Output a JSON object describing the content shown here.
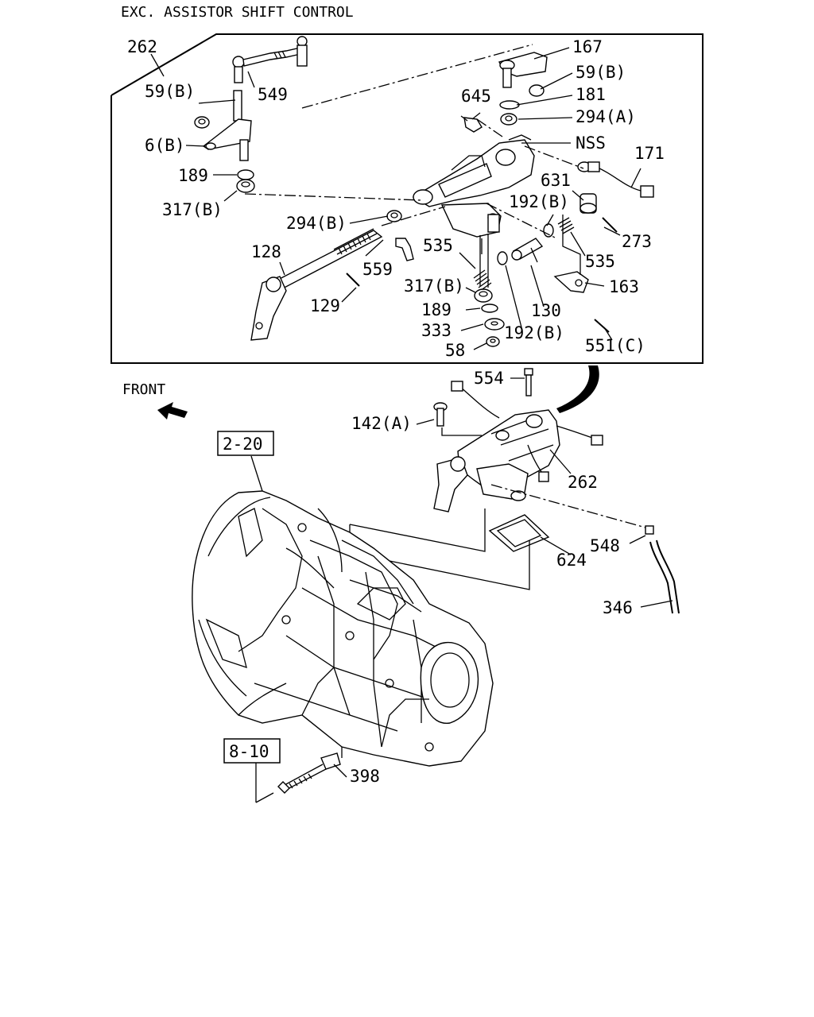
{
  "title": "EXC. ASSISTOR SHIFT CONTROL",
  "direction_label": "FRONT",
  "references": [
    "2-20",
    "8-10"
  ],
  "callouts": {
    "c262_top": "262",
    "c59b_l": "59(B)",
    "c549": "549",
    "c6b": "6(B)",
    "c189_l": "189",
    "c317b_l": "317(B)",
    "c294b": "294(B)",
    "c128": "128",
    "c559": "559",
    "c129": "129",
    "c167": "167",
    "c59b_r": "59(B)",
    "c645": "645",
    "c181": "181",
    "c294a": "294(A)",
    "cnss": "NSS",
    "c171": "171",
    "c631": "631",
    "c192b_t": "192(B)",
    "c273": "273",
    "c535_l": "535",
    "c535_r": "535",
    "c163": "163",
    "c317b_c": "317(B)",
    "c130": "130",
    "c189_c": "189",
    "c333": "333",
    "c192b_b": "192(B)",
    "c58": "58",
    "c551c": "551(C)",
    "c554": "554",
    "c142a": "142(A)",
    "c262_bot": "262",
    "c548": "548",
    "c624": "624",
    "c346": "346",
    "c398": "398"
  },
  "icons": [
    "front-arrow-icon"
  ]
}
